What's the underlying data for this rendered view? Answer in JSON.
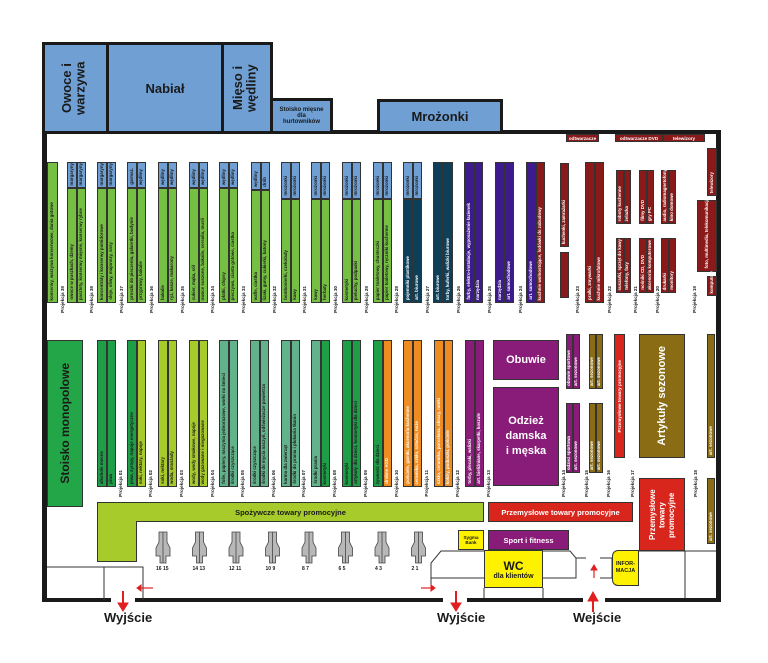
{
  "colors": {
    "blue": "#6f9fd3",
    "green": "#75c043",
    "dark_green": "#1f9e48",
    "lime": "#a6cb2a",
    "seafoam": "#62b38b",
    "teal": "#0d3f58",
    "indigo": "#3e1b8c",
    "purple": "#8a1c79",
    "maroon": "#8a1a1a",
    "orange": "#ee8c22",
    "olive": "#8a6c14",
    "red": "#d9261c",
    "yellow": "#fff200"
  },
  "top_sections": {
    "fruit_veg": "Owoce i warzywa",
    "dairy": "Nabiał",
    "meat": "Mięso i wędliny",
    "wholesale_meat": "Stoisko mięsne dla hurtowników",
    "frozen": "Mrożonki"
  },
  "electronics_top": [
    "odtwarzacze",
    "odtwarzacze DVD",
    "telewizory"
  ],
  "upper_aisles": [
    {
      "caps": [],
      "strips": [
        {
          "text": "konserwy, warzywa konserwowe, dania gotowe",
          "color": "green"
        }
      ]
    },
    {
      "caps": [
        "margaryny",
        "margaryny"
      ],
      "strips": [
        {
          "text": "owoce w puszkach, dżemy",
          "color": "green"
        },
        {
          "text": "pasztety, konserwy mięsne, konserwy rybne",
          "color": "green"
        }
      ]
    },
    {
      "caps": [
        "margaryny",
        "margaryny"
      ],
      "strips": [
        {
          "text": "koncentraty i konserwy pomidorowe",
          "color": "green"
        },
        {
          "text": "oleje, oliwy, majonezy, sosy",
          "color": "green"
        }
      ]
    },
    {
      "caps": [
        "garmaż.",
        "wędliny"
      ],
      "strips": [
        {
          "text": "proszki do pieczenia, galaretki, budynie",
          "color": "green"
        },
        {
          "text": "przyprawy, bakalie",
          "color": "green"
        }
      ]
    },
    {
      "caps": [
        "wędliny",
        "wędliny"
      ],
      "strips": [
        {
          "text": "bakalie",
          "color": "green"
        },
        {
          "text": "ryż, kasze, makarony",
          "color": "green"
        }
      ]
    },
    {
      "caps": [
        "wędliny",
        "wędliny"
      ],
      "strips": [
        {
          "text": "cukier, mąka, sól",
          "color": "green"
        },
        {
          "text": "owoce suszone, bakalie, cerealia, musli",
          "color": "green"
        }
      ]
    },
    {
      "caps": [
        "wędliny",
        "wędliny"
      ],
      "strips": [
        {
          "text": "płatki, chipsy",
          "color": "green"
        },
        {
          "text": "pieczywo, ciasta gotowe, ciastka",
          "color": "green"
        }
      ]
    },
    {
      "caps": [
        "wędliny",
        "drób"
      ],
      "strips": [
        {
          "text": "wafle, ciastka",
          "color": "green"
        },
        {
          "text": "lizaki, gumy, cukierki, batony",
          "color": "green"
        }
      ]
    },
    {
      "caps": [
        "mrożonki",
        "mrożonki"
      ],
      "strips": [
        {
          "text": "bombonierki, czekolady",
          "color": "green"
        },
        {
          "text": "kawy",
          "color": "green"
        }
      ]
    },
    {
      "caps": [
        "mrożonki",
        "mrożonki"
      ],
      "strips": [
        {
          "text": "kawy",
          "color": "green"
        },
        {
          "text": "herbaty",
          "color": "green"
        }
      ]
    },
    {
      "caps": [
        "mrożonki",
        "mrożonki"
      ],
      "strips": [
        {
          "text": "kosmetyki",
          "color": "green"
        },
        {
          "text": "pieluchy, podpaski",
          "color": "green"
        }
      ]
    },
    {
      "caps": [
        "mrożonki",
        "mrożonki"
      ],
      "strips": [
        {
          "text": "papier toaletowy, chusteczki",
          "color": "green"
        },
        {
          "text": "papier toaletowy, ręczniki kuchenne",
          "color": "green"
        }
      ]
    },
    {
      "caps": [
        "mrożonki",
        "mrożonki"
      ],
      "strips": [
        {
          "text": "pojemniki plastikowe",
          "color": "teal"
        },
        {
          "text": "art. biurowe",
          "color": "teal"
        }
      ]
    },
    {
      "caps": [],
      "strips": [
        {
          "text": "art. biurowe",
          "color": "teal"
        },
        {
          "text": "torby, kuferki, walizki biurowe",
          "color": "teal"
        }
      ]
    },
    {
      "caps": [],
      "strips": [
        {
          "text": "farby, elektro-instalacje, wyposażenie łazienek",
          "color": "indigo"
        },
        {
          "text": "narzędzia",
          "color": "indigo"
        }
      ]
    },
    {
      "caps": [],
      "strips": [
        {
          "text": "narzędzia",
          "color": "indigo"
        },
        {
          "text": "art. samochodowe",
          "color": "indigo"
        }
      ]
    },
    {
      "caps": [],
      "strips": [
        {
          "text": "art. samochodowe",
          "color": "indigo"
        },
        {
          "text": "kuchnie wolnostojące, lodówki do zabudowy",
          "color": "maroon"
        }
      ]
    },
    {
      "caps": [],
      "strips": [
        {
          "text": "kuchenki, zamrażarki",
          "color": "maroon"
        }
      ]
    },
    {
      "caps": [],
      "strips": [
        {
          "text": "",
          "color": "maroon"
        }
      ]
    },
    {
      "caps": [],
      "strips": [
        {
          "text": "pralki, zmywarki",
          "color": "maroon"
        },
        {
          "text": "kuchnie mikrofalowe",
          "color": "maroon"
        }
      ]
    },
    {
      "caps": [],
      "strips": [
        {
          "text": "roboty kuchenne",
          "color": "maroon"
        },
        {
          "text": "żelazka",
          "color": "maroon"
        }
      ]
    },
    {
      "caps": [],
      "strips": [
        {
          "text": "suszarki, sprzęt do kawy",
          "color": "maroon"
        },
        {
          "text": "telefony, faxy",
          "color": "maroon"
        }
      ]
    },
    {
      "caps": [],
      "strips": [
        {
          "text": "filmy DVD",
          "color": "maroon"
        },
        {
          "text": "gry PC",
          "color": "maroon"
        }
      ]
    },
    {
      "caps": [],
      "strips": [
        {
          "text": "nośniki CD, DVD",
          "color": "maroon"
        },
        {
          "text": "akcesoria komputerowe",
          "color": "maroon"
        }
      ]
    },
    {
      "caps": [],
      "strips": [
        {
          "text": "audio, radiomagnetofony",
          "color": "maroon"
        },
        {
          "text": "kino domowe",
          "color": "maroon"
        }
      ]
    },
    {
      "caps": [],
      "strips": [
        {
          "text": "drukarki",
          "color": "maroon"
        },
        {
          "text": "monitory",
          "color": "maroon"
        }
      ]
    },
    {
      "caps": [],
      "strips": [
        {
          "text": "telewizory",
          "color": "maroon"
        }
      ]
    },
    {
      "caps": [],
      "strips": [
        {
          "text": "foto, multimedia, telekomunikacja",
          "color": "maroon"
        }
      ]
    },
    {
      "caps": [],
      "strips": [
        {
          "text": "komputery",
          "color": "maroon"
        }
      ]
    }
  ],
  "upper_projections": [
    "Projekcja 39",
    "Projekcja 38",
    "Projekcja 37",
    "Projekcja 36",
    "Projekcja 35",
    "Projekcja 34",
    "Projekcja 33",
    "Projekcja 32",
    "Projekcja 31",
    "Projekcja 30",
    "Projekcja 29",
    "Projekcja 28",
    "Projekcja 27",
    "Projekcja 26",
    "Projekcja 25",
    "Projekcja 24",
    "Projekcja 23",
    "Projekcja 22",
    "Projekcja 21",
    "Projekcja 20",
    "Projekcja 19"
  ],
  "lower_aisles": [
    {
      "strips": [
        {
          "text": "alkohole mocne",
          "color": "dark_green"
        },
        {
          "text": "piwa",
          "color": "dark_green"
        }
      ]
    },
    {
      "strips": [
        {
          "text": "piwa, syropy, napoje energetyczne",
          "color": "dark_green"
        },
        {
          "text": "soki, nektary, napoje",
          "color": "lime"
        }
      ]
    },
    {
      "strips": [
        {
          "text": "soki, nektary",
          "color": "lime"
        },
        {
          "text": "woda, oranżady",
          "color": "lime"
        }
      ]
    },
    {
      "strips": [
        {
          "text": "wody, wody smakowe, napoje",
          "color": "lime"
        },
        {
          "text": "wody gazowane i niegazowane",
          "color": "lime"
        }
      ]
    },
    {
      "strips": [
        {
          "text": "folie, papiery, naczynia jednorazowe, worki na śmieci",
          "color": "seafoam"
        },
        {
          "text": "środki czyszczące",
          "color": "seafoam"
        }
      ]
    },
    {
      "strips": [
        {
          "text": "środki czyszczące",
          "color": "seafoam"
        },
        {
          "text": "środki do mycia naczyń, odświeżacze powietrza",
          "color": "seafoam"
        }
      ]
    },
    {
      "strips": [
        {
          "text": "karma dla zwierząt",
          "color": "seafoam"
        },
        {
          "text": "środki do prania i płukania tkanin",
          "color": "seafoam"
        }
      ]
    },
    {
      "strips": [
        {
          "text": "środki prania",
          "color": "seafoam"
        },
        {
          "text": "kosmetyki",
          "color": "dark_green"
        }
      ]
    },
    {
      "strips": [
        {
          "text": "kosmetyki",
          "color": "dark_green"
        },
        {
          "text": "artykuły dla dzieci, kosmetyki dla dzieci",
          "color": "dark_green"
        }
      ]
    },
    {
      "strips": [
        {
          "text": "żywność dla dzieci",
          "color": "dark_green"
        },
        {
          "text": "drobne AGD",
          "color": "orange"
        }
      ]
    },
    {
      "strips": [
        {
          "text": "pościele, garnki, akcesoria kuchenne",
          "color": "orange"
        },
        {
          "text": "ceramika, szkło, sztućce, noże",
          "color": "orange"
        }
      ]
    },
    {
      "strips": [
        {
          "text": "szkło, ceramika, porcelana, obrazy, ramki",
          "color": "orange"
        },
        {
          "text": "kołdry, poduszki, pościele",
          "color": "orange"
        }
      ]
    },
    {
      "strips": [
        {
          "text": "torby, plecaki, walizki",
          "color": "purple"
        },
        {
          "text": "art. bieliźniane, skarpetki, koszule",
          "color": "purple"
        }
      ]
    },
    {
      "strips": [
        {
          "text": "obuwie sportowe",
          "color": "purple"
        },
        {
          "text": "art. sezonowe",
          "color": "purple"
        }
      ]
    },
    {
      "strips": [
        {
          "text": "odzież sportowa",
          "color": "purple"
        },
        {
          "text": "art. sezonowe",
          "color": "purple"
        }
      ]
    },
    {
      "strips": [
        {
          "text": "art. sezonowe",
          "color": "olive"
        },
        {
          "text": "art. sezonowe",
          "color": "olive"
        }
      ]
    },
    {
      "strips": [
        {
          "text": "art. sezonowe",
          "color": "olive"
        },
        {
          "text": "art. sezonowe",
          "color": "olive"
        }
      ]
    },
    {
      "strips": [
        {
          "text": "art. sezonowe",
          "color": "olive"
        }
      ]
    },
    {
      "strips": [
        {
          "text": "art. sezonowe",
          "color": "olive"
        }
      ]
    }
  ],
  "lower_projections": [
    "Projekcja 01",
    "Projekcja 02",
    "Projekcja 03",
    "Projekcja 04",
    "Projekcja 05",
    "Projekcja 06",
    "Projekcja 07",
    "Projekcja 08",
    "Projekcja 09",
    "Projekcja 10",
    "Projekcja 11",
    "Projekcja 12",
    "Projekcja 13",
    "Projekcja 14",
    "Projekcja 15",
    "Projekcja 16",
    "Projekcja 17",
    "Projekcja 18"
  ],
  "areas": {
    "monopol": "Stoisko monopolowe",
    "shoes": "Obuwie",
    "clothing": "Odzież damska i męska",
    "promo_thin": "Przemysłowe towary promocyjne",
    "seasonal": "Artykuły sezonowe",
    "promo_industrial_right": "Przemysłowe towary promocyjne",
    "promo_food": "Spożywcze towary promocyjne",
    "promo_industrial": "Przemysłowe towary promocyjne",
    "sport": "Sport i fitness",
    "bank": "Sygma Bank",
    "wc_title": "WC",
    "wc_sub": "dla klientów",
    "info": "INFOR- MACJA"
  },
  "checkouts": [
    "16 15",
    "14 13",
    "12 11",
    "10 9",
    "8 7",
    "6 5",
    "4 3",
    "2 1"
  ],
  "exits": {
    "exit_left": "Wyjście",
    "exit_middle": "Wyjście",
    "entrance": "Wejście"
  }
}
